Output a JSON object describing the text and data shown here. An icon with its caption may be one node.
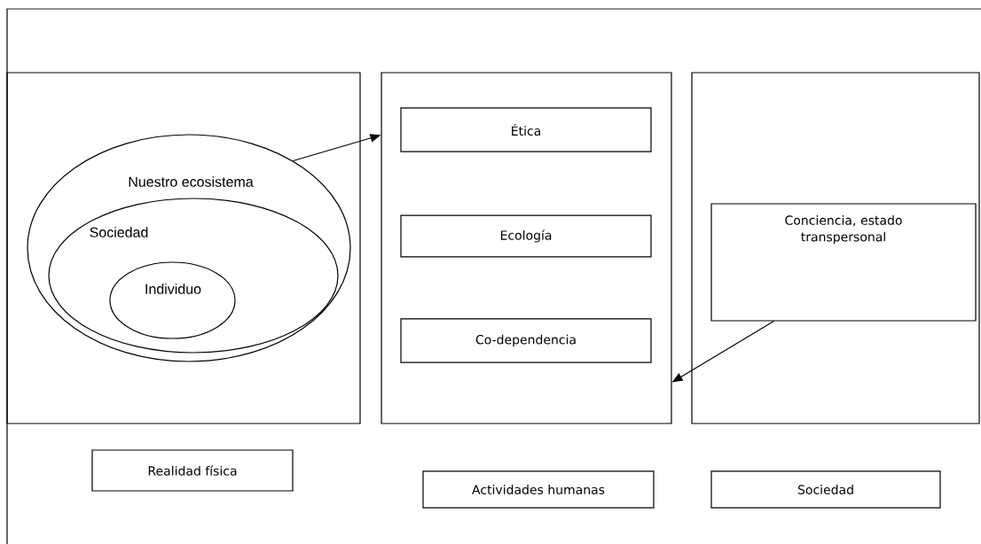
{
  "diagram": {
    "nodes": [
      {
        "text": [],
        "shape": "box"
      },
      {
        "text": [
          "Nuestro ecosistema"
        ],
        "in": 0
      },
      {
        "text": [
          "Sociedad"
        ],
        "in": 1
      },
      {
        "text": [
          "Individuo"
        ],
        "in": 2
      },
      {
        "text": [],
        "shape": "box"
      },
      {
        "text": [
          "Ética"
        ],
        "in": 4
      },
      {
        "text": [
          "Ecología"
        ],
        "in": 4
      },
      {
        "text": [
          "Co-dependencia"
        ],
        "in": 4
      },
      {
        "text": [],
        "shape": "box"
      },
      {
        "text": [
          "Conciencia, estado transpersonal"
        ],
        "in": 8
      },
      {
        "text": [
          "Realidad física"
        ]
      },
      {
        "text": [
          "Actividades humanas"
        ]
      },
      {
        "text": [
          "Sociedad"
        ]
      }
    ],
    "edges": [
      {
        "from": 1,
        "to": 4,
        "arrow": "to"
      },
      {
        "from": 9,
        "to": 4,
        "arrow": "to"
      }
    ]
  }
}
